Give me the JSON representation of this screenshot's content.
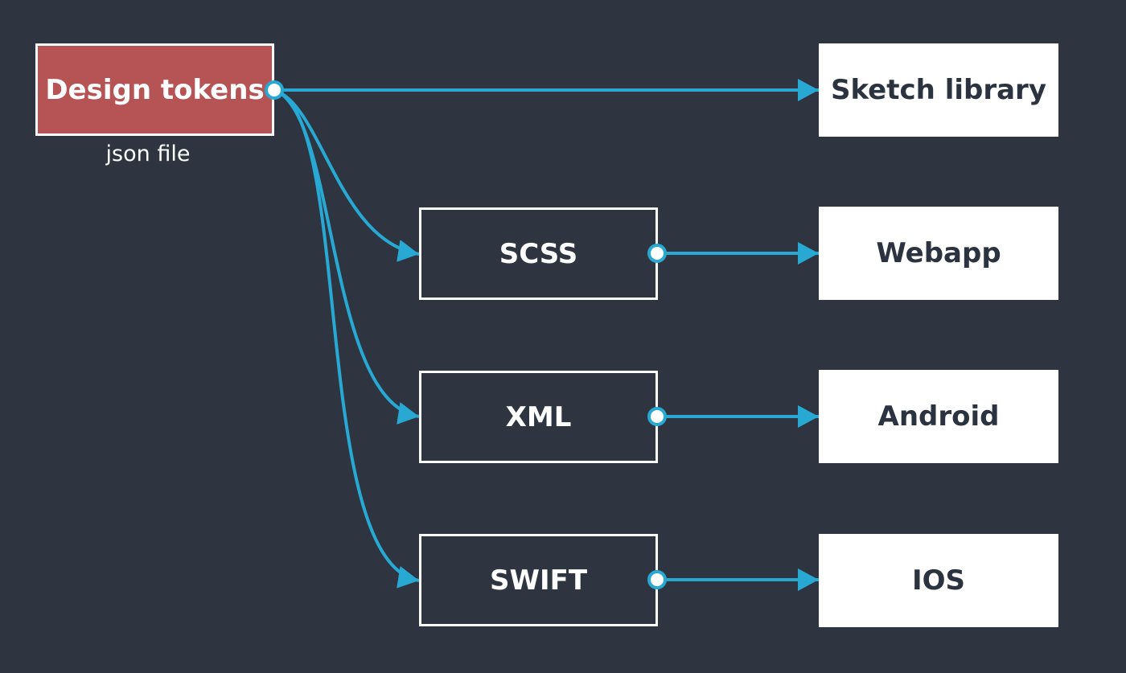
{
  "colors": {
    "background": "#2e3541",
    "source_fill": "#b65455",
    "box_border": "#ffffff",
    "connector": "#27a9d3",
    "target_fill": "#ffffff",
    "target_text": "#2b3340"
  },
  "source": {
    "label": "Design tokens",
    "caption": "json file"
  },
  "formats": [
    {
      "label": "SCSS"
    },
    {
      "label": "XML"
    },
    {
      "label": "SWIFT"
    }
  ],
  "targets": [
    {
      "label": "Sketch library"
    },
    {
      "label": "Webapp"
    },
    {
      "label": "Android"
    },
    {
      "label": "IOS"
    }
  ]
}
